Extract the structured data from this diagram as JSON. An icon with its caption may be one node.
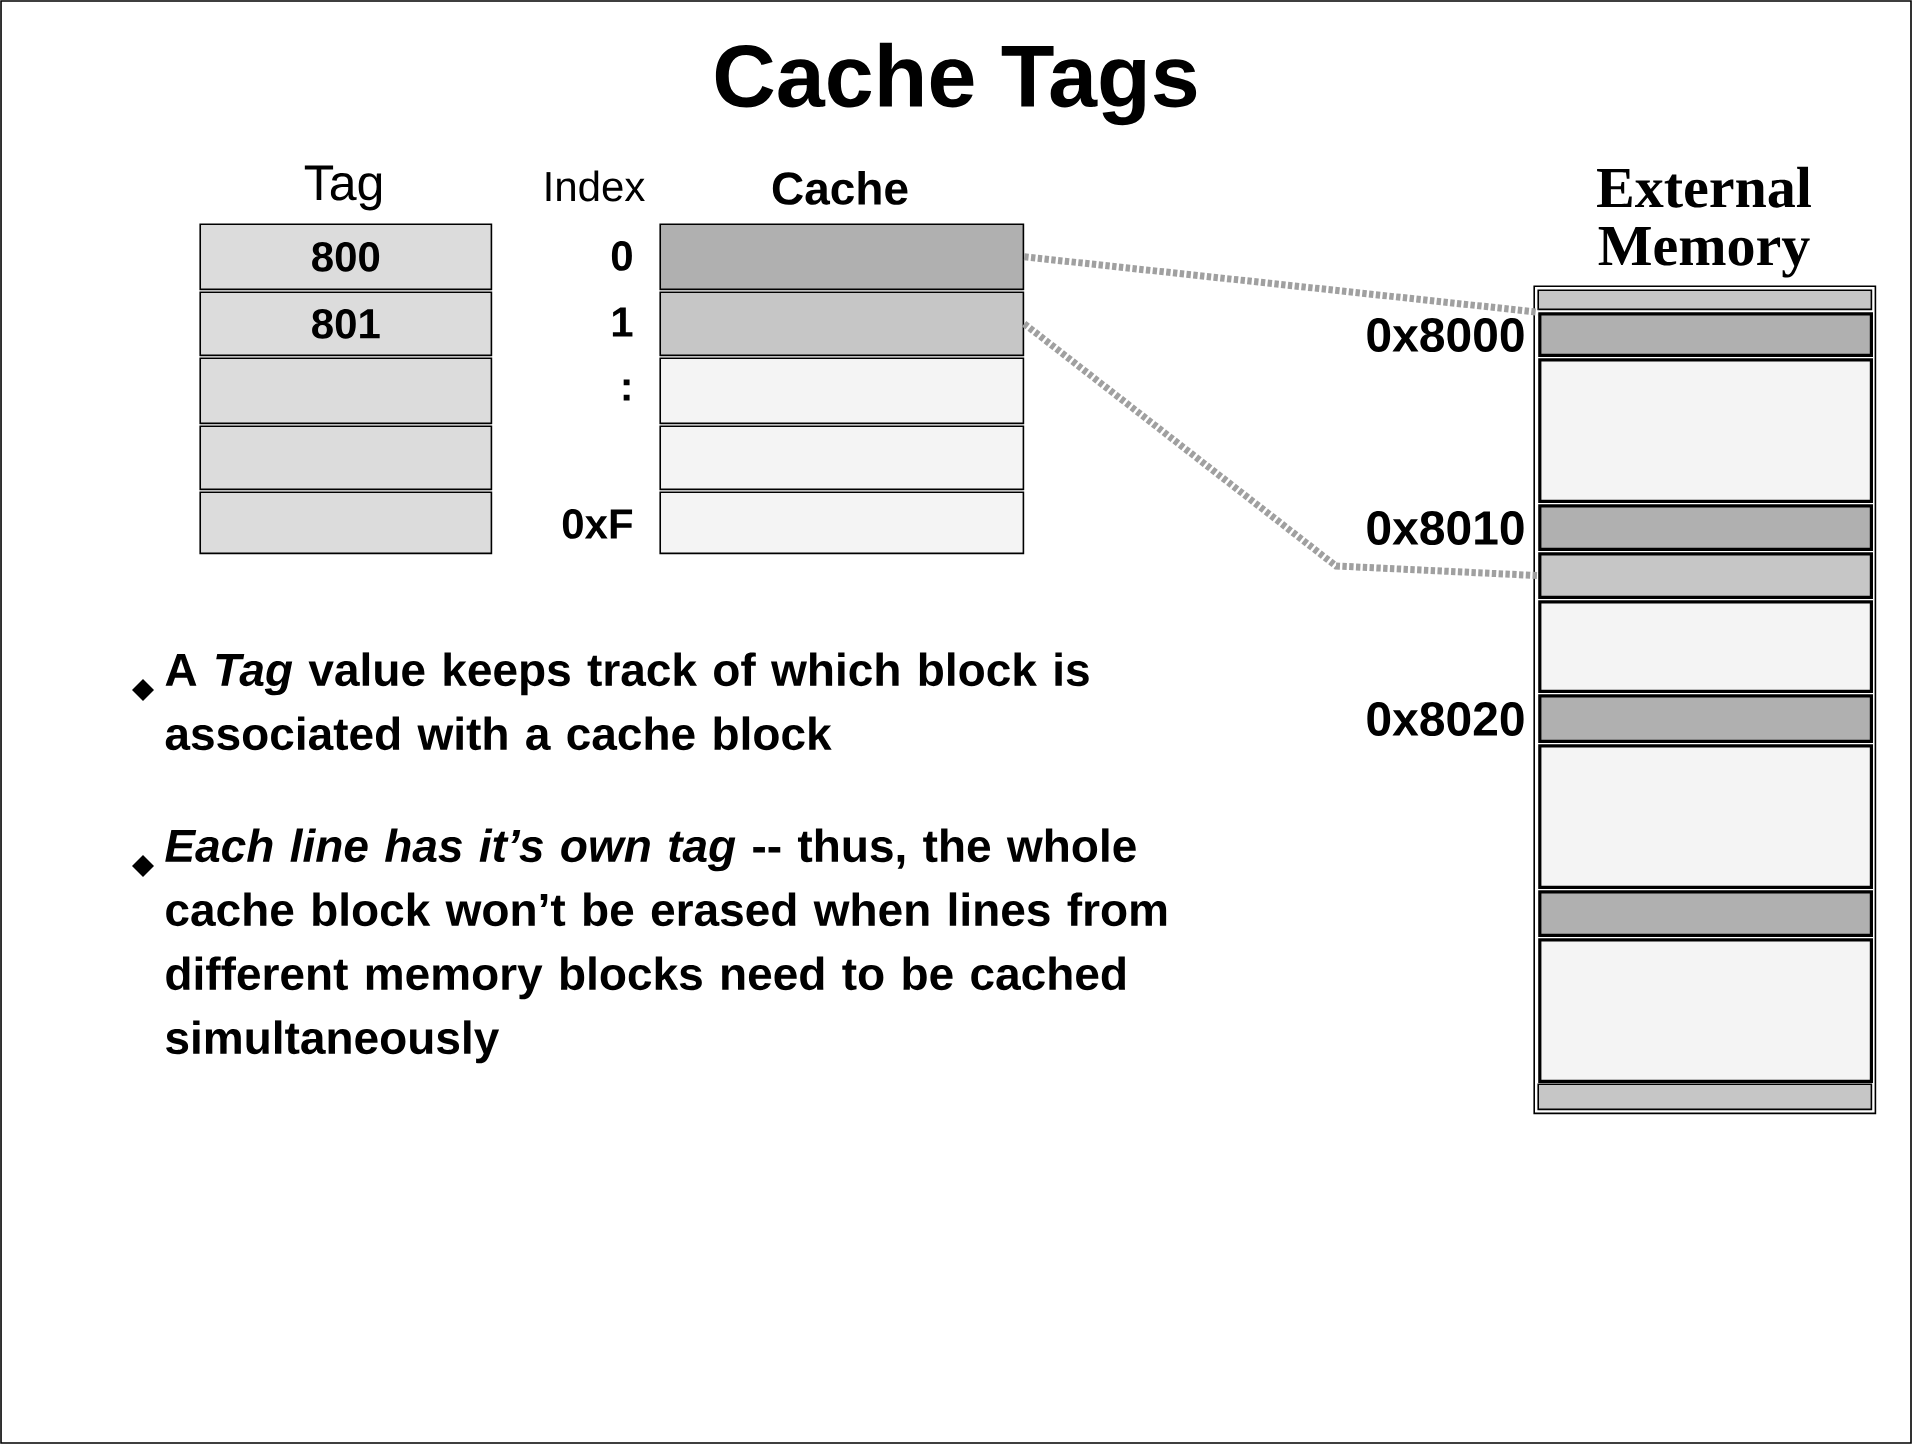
{
  "diagram": {
    "title": "Cache Tags",
    "nodes": [
      {
        "text": [
          "800"
        ]
      },
      {
        "text": [
          "801"
        ]
      },
      {
        "text": [],
        "shape": "box"
      },
      {
        "text": [],
        "shape": "box"
      },
      {
        "text": [],
        "shape": "box"
      },
      {
        "text": [],
        "shape": "box"
      },
      {
        "text": [],
        "shape": "box"
      },
      {
        "text": [],
        "shape": "box"
      },
      {
        "text": [],
        "shape": "box"
      },
      {
        "text": [],
        "shape": "box"
      },
      {
        "text": [
          "External Memory"
        ]
      },
      {
        "text": [],
        "shape": "box",
        "in": 10
      },
      {
        "text": [],
        "shape": "box",
        "in": 10,
        "beside": [
          "0x8000"
        ]
      },
      {
        "text": [],
        "shape": "box",
        "in": 10
      },
      {
        "text": [],
        "shape": "box",
        "in": 10,
        "beside": [
          "0x8010"
        ]
      },
      {
        "text": [],
        "shape": "box",
        "in": 10
      },
      {
        "text": [],
        "shape": "box",
        "in": 10
      },
      {
        "text": [],
        "shape": "box",
        "in": 10,
        "beside": [
          "0x8020"
        ]
      },
      {
        "text": [],
        "shape": "box",
        "in": 10
      },
      {
        "text": [],
        "shape": "box",
        "in": 10
      },
      {
        "text": [],
        "shape": "box",
        "in": 10
      },
      {
        "text": [],
        "shape": "box",
        "in": 10
      }
    ],
    "edges": [
      {
        "from": 5,
        "to": 12,
        "arrow": "none",
        "style": "dashed"
      },
      {
        "from": 6,
        "to": 15,
        "arrow": "none",
        "style": "dashed"
      }
    ],
    "labels": [
      "Tag",
      "Index",
      "Cache",
      "0",
      "1",
      ":",
      "0xF",
      "A *Tag* value keeps track of which block is associated with a cache block",
      "*Each line has it’s own tag* -- thus, the whole cache block won’t be erased when lines from different memory blocks need to be cached simultaneously"
    ]
  }
}
